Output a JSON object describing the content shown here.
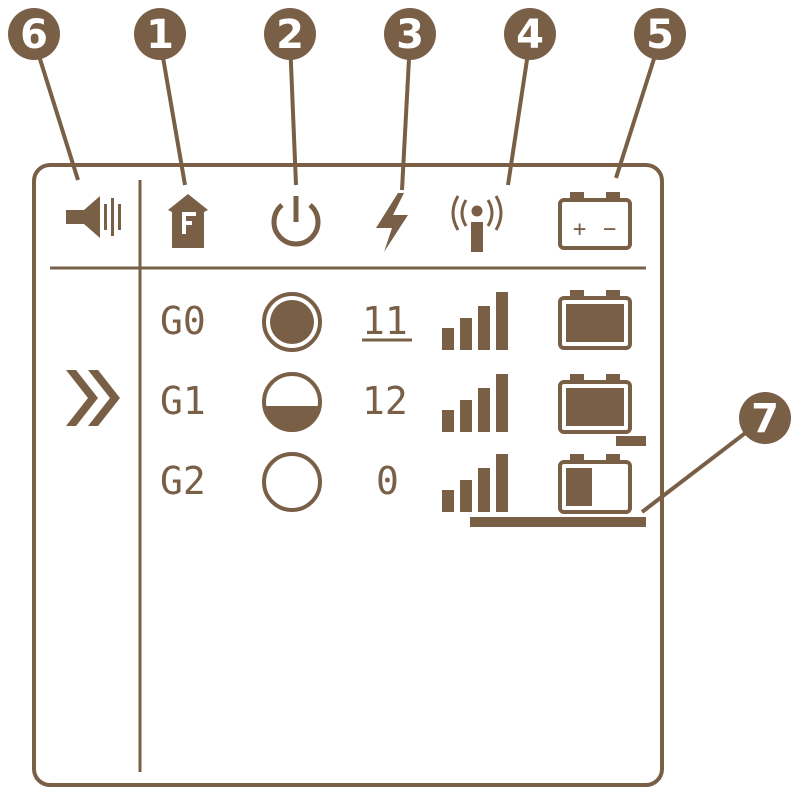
{
  "colors": {
    "primary": "#7a5f47",
    "background": "#ffffff",
    "callout_text": "#ffffff"
  },
  "callouts": [
    {
      "label": "6",
      "icon": "speaker-icon"
    },
    {
      "label": "1",
      "icon": "house-f-icon"
    },
    {
      "label": "2",
      "icon": "power-icon"
    },
    {
      "label": "3",
      "icon": "lightning-icon"
    },
    {
      "label": "4",
      "icon": "antenna-signal-icon"
    },
    {
      "label": "5",
      "icon": "battery-plus-minus-icon"
    },
    {
      "label": "7",
      "icon": "underline-marker"
    }
  ],
  "side": {
    "icon": "double-chevron-right-icon"
  },
  "rows": [
    {
      "group": "G0",
      "status": "full",
      "count": "11",
      "signal_bars": 4,
      "battery_level": 1.0
    },
    {
      "group": "G1",
      "status": "half",
      "count": "12",
      "signal_bars": 4,
      "battery_level": 1.0
    },
    {
      "group": "G2",
      "status": "empty",
      "count": "0",
      "signal_bars": 4,
      "battery_level": 0.45
    }
  ]
}
